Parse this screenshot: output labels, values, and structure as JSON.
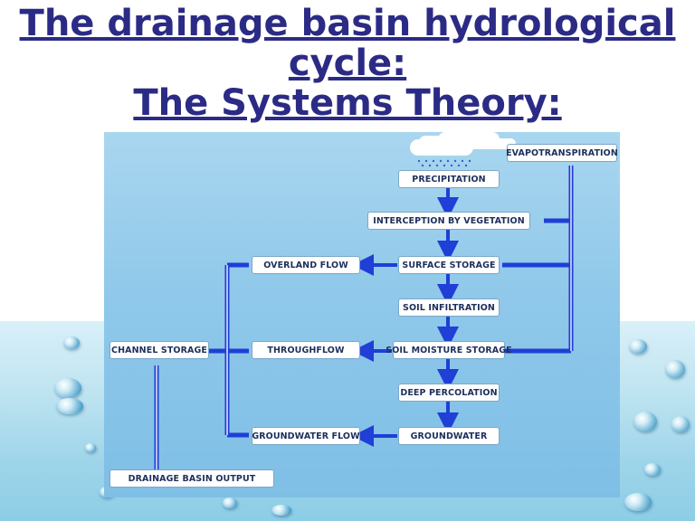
{
  "title": {
    "line1": "The drainage basin hydrological",
    "line2": "cycle:",
    "line3": "The Systems Theory:"
  },
  "diagram": {
    "precipitation": "PRECIPITATION",
    "evapotranspiration": "EVAPOTRANSPIRATION",
    "interception": "INTERCEPTION BY VEGETATION",
    "surface_storage": "SURFACE STORAGE",
    "overland_flow": "OVERLAND FLOW",
    "soil_infiltration": "SOIL INFILTRATION",
    "soil_moisture": "SOIL MOISTURE STORAGE",
    "throughflow": "THROUGHFLOW",
    "channel_storage": "CHANNEL STORAGE",
    "deep_percolation": "DEEP PERCOLATION",
    "groundwater": "GROUNDWATER",
    "groundwater_flow": "GROUNDWATER FLOW",
    "output": "DRAINAGE BASIN OUTPUT"
  },
  "colors": {
    "title": "#2b2b86",
    "flow": "#1f3fd6",
    "diagram_bg": "#8fc8ea"
  }
}
